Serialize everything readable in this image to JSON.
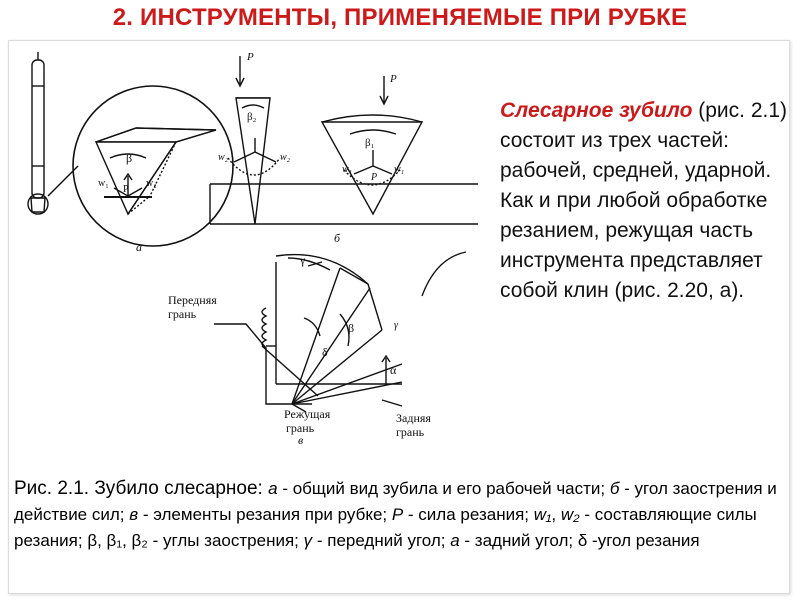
{
  "title": "2. ИНСТРУМЕНТЫ, ПРИМЕНЯЕМЫЕ ПРИ РУБКЕ",
  "description": {
    "lead": "Слесарное зубило",
    "rest": " (рис. 2.1) состоит из трех частей: рабочей, средней, ударной. Как и при любой обработке резанием, режущая часть инструмента представляет собой клин (рис. 2.20, а)."
  },
  "figure_labels": {
    "panel_a": "а",
    "panel_b": "б",
    "panel_c": "в",
    "P": "P",
    "beta": "β",
    "beta1": "β₁",
    "beta2": "β₂",
    "w1": "w₁",
    "w2": "w₂",
    "gamma": "γ",
    "delta": "δ",
    "alpha": "α",
    "front_face": "Передняя грань",
    "front_face_l1": "Передняя",
    "front_face_l2": "грань",
    "cutting_edge_l1": "Режущая",
    "cutting_edge_l2": "грань",
    "back_face_l1": "Задняя",
    "back_face_l2": "грань"
  },
  "caption": {
    "t1": "Рис. 2.1. Зубило слесарное: ",
    "a_letter": "а",
    "a_text": " - общий вид зубила и его рабочей части; ",
    "b_letter": "б",
    "b_text": " - угол заострения и действие сил; ",
    "c_letter": "в",
    "c_text": " - элементы резания при рубке; ",
    "P_letter": "Р",
    "P_text": " - сила резания; ",
    "w1": "w₁",
    "w2": "w₂",
    "w_text": " - составляющие силы резания; ",
    "betas": "β, β₁, β₂",
    "betas_text": " - углы заострения; ",
    "gamma": "γ",
    "gamma_text": " - передний угол; ",
    "alpha": "а",
    "alpha_text": " - задний угол; ",
    "delta": "δ",
    "delta_text": " -угол резания"
  },
  "colors": {
    "title": "#cc1a1a",
    "accent": "#cc1a1a",
    "text": "#111111"
  }
}
